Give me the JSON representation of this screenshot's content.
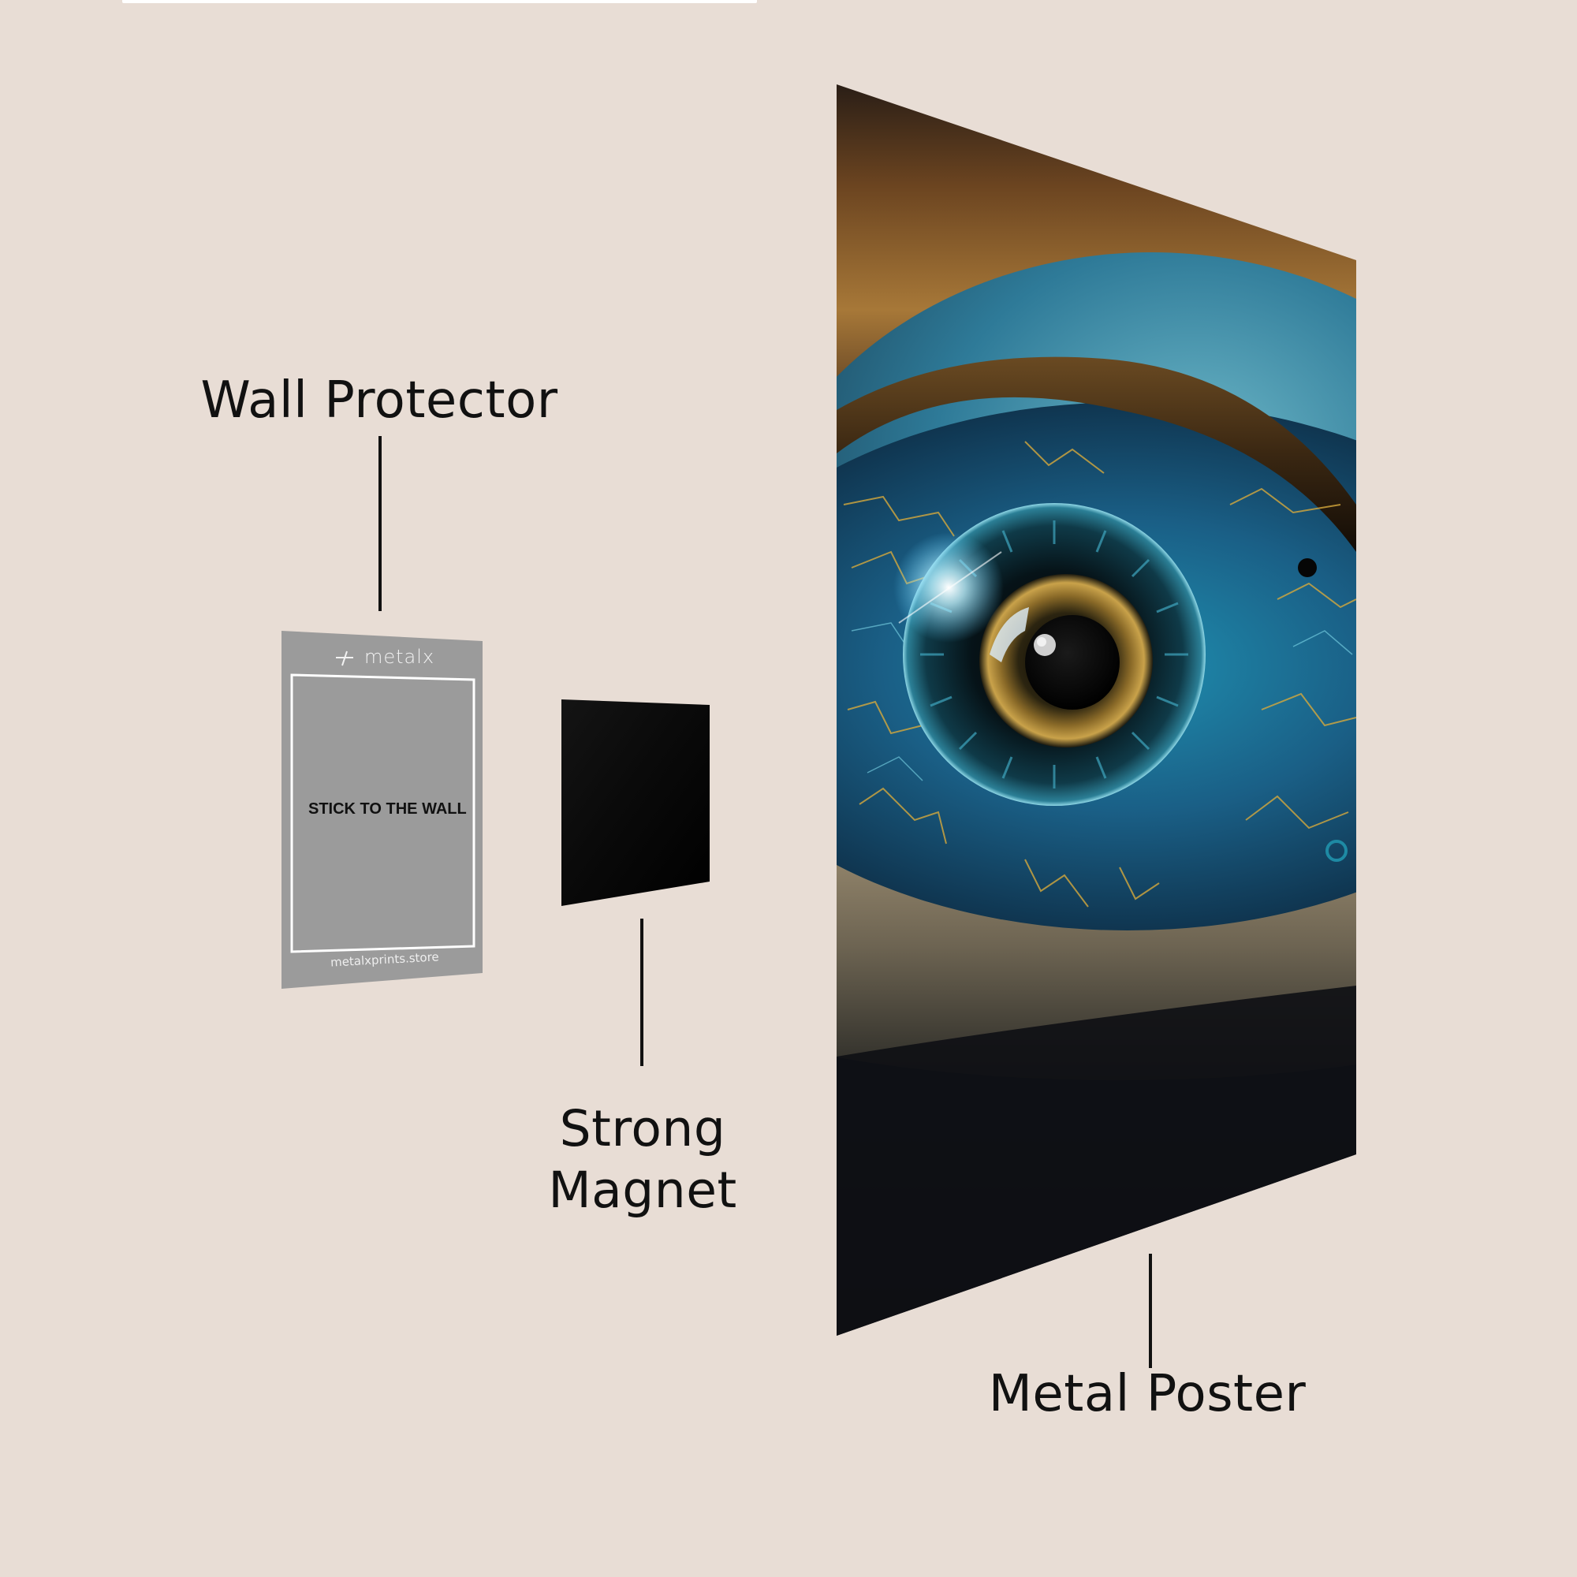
{
  "colors": {
    "background": "#e8ddd5",
    "label_text": "#111111",
    "protector_gray": "#9b9b9b",
    "magnet_black": "#050505",
    "iris_teal": "#1d6f86",
    "iris_gold": "#c79a3a"
  },
  "labels": {
    "wall_protector": "Wall Protector",
    "strong_magnet_line1": "Strong",
    "strong_magnet_line2": "Magnet",
    "metal_poster": "Metal Poster"
  },
  "wall_protector": {
    "brand": "metalx",
    "brand_icon": "metalx-logo-icon",
    "instruction": "STICK TO THE WALL",
    "website": "metalxprints.store"
  },
  "magnet": {
    "description": "black square magnet"
  },
  "poster": {
    "artwork": "cosmic circuit eye",
    "icon": "eye-artwork-icon"
  }
}
